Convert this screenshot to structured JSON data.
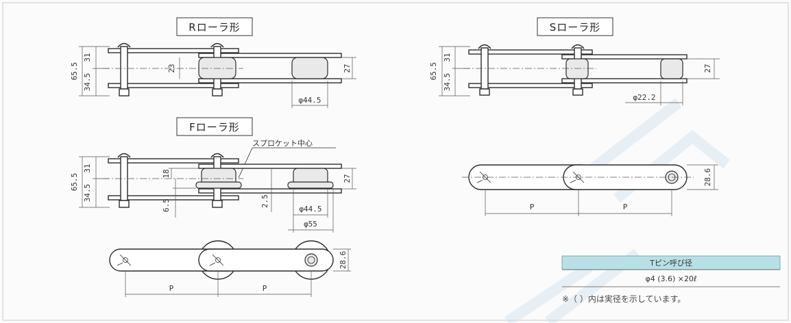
{
  "views": {
    "r_roller": {
      "title": "Rローラ形",
      "dims": {
        "total": "65.5",
        "upper": "31",
        "lower": "34.5",
        "inner": "23",
        "link": "27",
        "roller_dia": "φ44.5"
      }
    },
    "s_roller": {
      "title": "Sローラ形",
      "dims": {
        "total": "65.5",
        "upper": "31",
        "lower": "34.5",
        "link": "27",
        "roller_dia": "φ22.2"
      }
    },
    "f_roller": {
      "title": "Fローラ形",
      "callout": "スプロケット中心",
      "dims": {
        "total": "65.5",
        "upper": "31",
        "lower": "34.5",
        "offset": "18",
        "link": "27",
        "drop": "6.5",
        "flange_gap": "2.5",
        "roller_dia": "φ44.5",
        "flange_dia": "φ55"
      }
    },
    "f_plan": {
      "pitch_1": "P",
      "pitch_2": "P",
      "height": "28.6"
    },
    "s_plan": {
      "pitch_1": "P",
      "pitch_2": "P",
      "height": "28.6"
    }
  },
  "spec_table": {
    "header": "Tピン呼び径",
    "value": "φ4 (3.6) ×20ℓ",
    "note": "※（ ）内は実径を示しています。",
    "header_bg": "#b7e1e6"
  }
}
